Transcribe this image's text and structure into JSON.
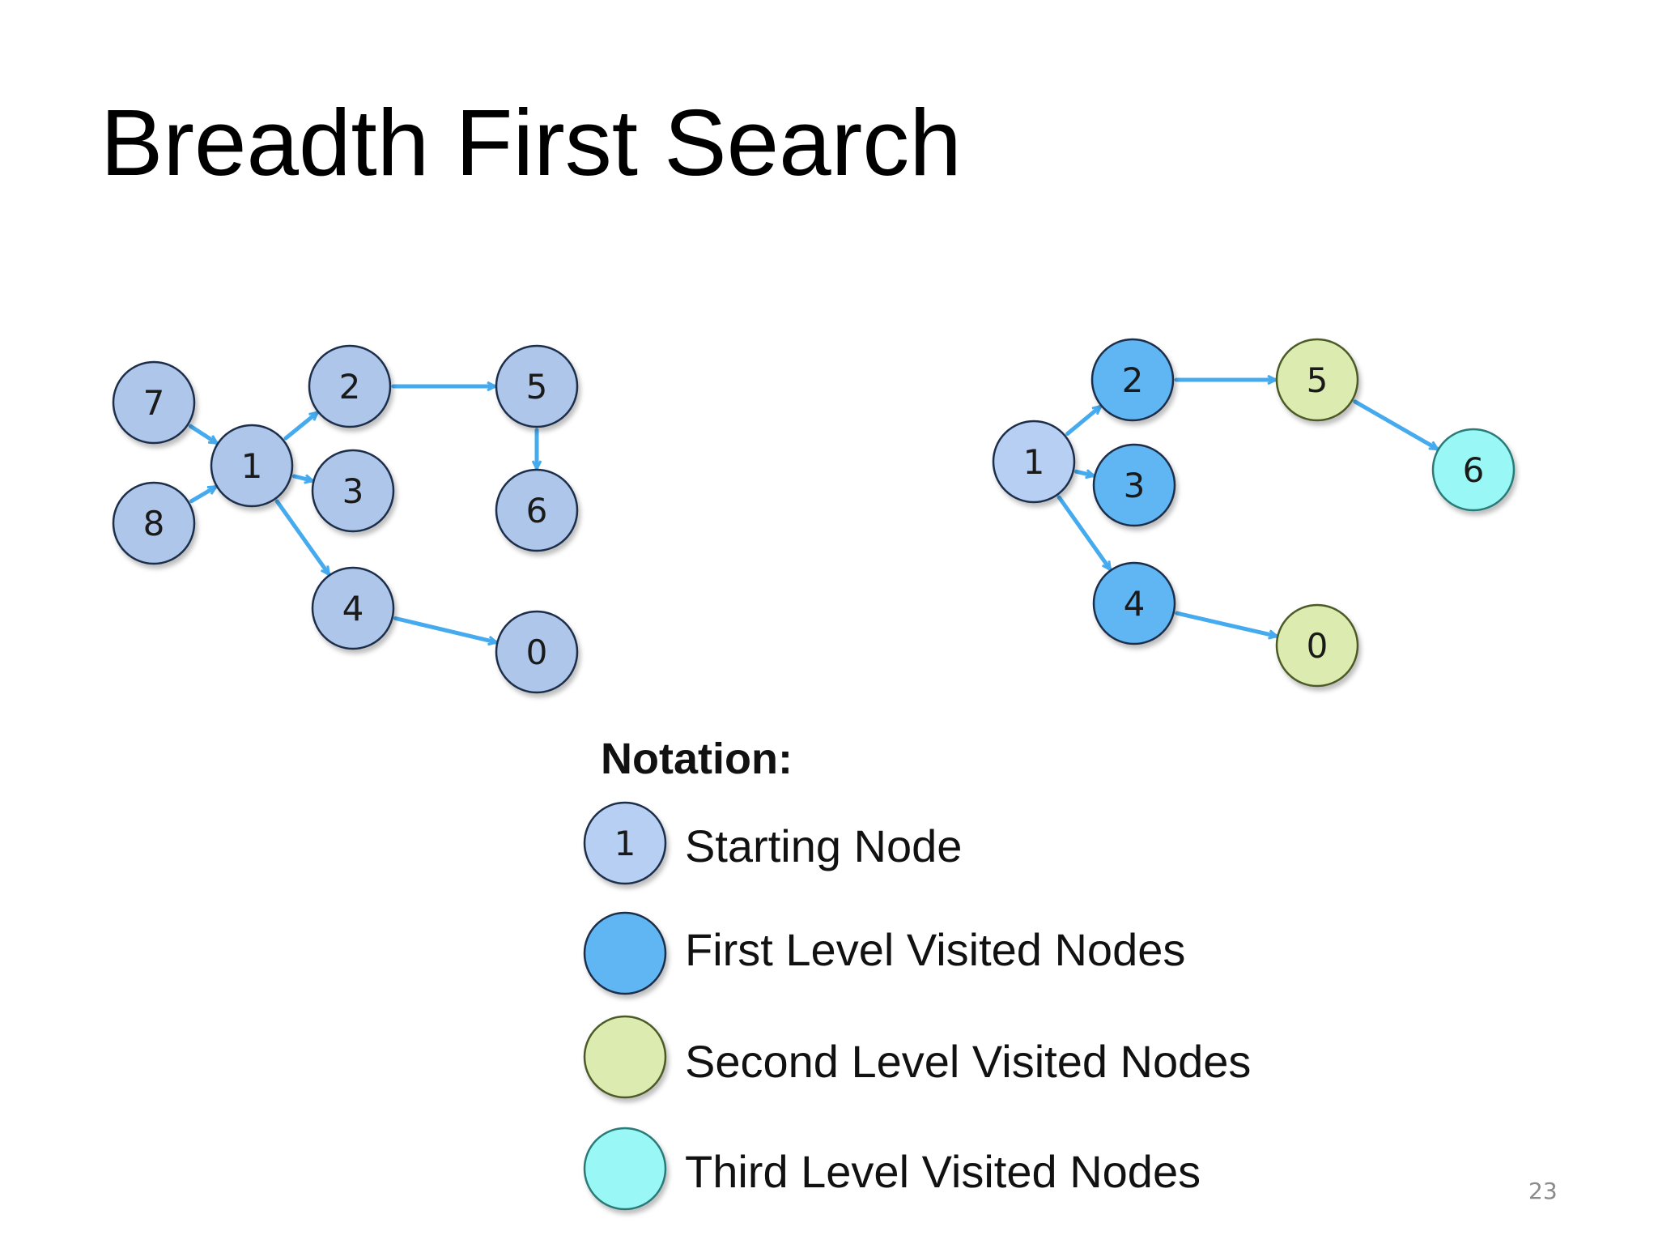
{
  "slide": {
    "title": "Breadth First Search",
    "page_number": "23"
  },
  "colors": {
    "starting": "#b7cff2",
    "unvisited": "#aec6ea",
    "first_level": "#5eb6f2",
    "second_level": "#dcebb0",
    "third_level": "#99f8f6",
    "edge": "#45aaee",
    "node_stroke": "#1c2e4a",
    "second_stroke": "#4b5a26",
    "third_stroke": "#2b7a78"
  },
  "graph_left": {
    "nodes": [
      {
        "id": "7",
        "status": "unvisited"
      },
      {
        "id": "8",
        "status": "unvisited"
      },
      {
        "id": "1",
        "status": "unvisited"
      },
      {
        "id": "2",
        "status": "unvisited"
      },
      {
        "id": "3",
        "status": "unvisited"
      },
      {
        "id": "4",
        "status": "unvisited"
      },
      {
        "id": "5",
        "status": "unvisited"
      },
      {
        "id": "6",
        "status": "unvisited"
      },
      {
        "id": "0",
        "status": "unvisited"
      }
    ],
    "edges": [
      {
        "from": "7",
        "to": "1"
      },
      {
        "from": "8",
        "to": "1"
      },
      {
        "from": "1",
        "to": "2"
      },
      {
        "from": "1",
        "to": "3"
      },
      {
        "from": "1",
        "to": "4"
      },
      {
        "from": "2",
        "to": "5"
      },
      {
        "from": "5",
        "to": "6"
      },
      {
        "from": "4",
        "to": "0"
      }
    ]
  },
  "graph_right": {
    "nodes": [
      {
        "id": "1",
        "status": "starting"
      },
      {
        "id": "2",
        "status": "first_level"
      },
      {
        "id": "3",
        "status": "first_level"
      },
      {
        "id": "4",
        "status": "first_level"
      },
      {
        "id": "5",
        "status": "second_level"
      },
      {
        "id": "0",
        "status": "second_level"
      },
      {
        "id": "6",
        "status": "third_level"
      }
    ],
    "edges": [
      {
        "from": "1",
        "to": "2"
      },
      {
        "from": "1",
        "to": "3"
      },
      {
        "from": "1",
        "to": "4"
      },
      {
        "from": "2",
        "to": "5"
      },
      {
        "from": "5",
        "to": "6"
      },
      {
        "from": "4",
        "to": "0"
      }
    ]
  },
  "notation": {
    "heading": "Notation:",
    "items": [
      {
        "swatch_label": "1",
        "status": "starting",
        "label": "Starting Node"
      },
      {
        "swatch_label": "",
        "status": "first_level",
        "label": "First Level Visited Nodes"
      },
      {
        "swatch_label": "",
        "status": "second_level",
        "label": "Second Level Visited Nodes"
      },
      {
        "swatch_label": "",
        "status": "third_level",
        "label": "Third Level Visited Nodes"
      }
    ]
  }
}
